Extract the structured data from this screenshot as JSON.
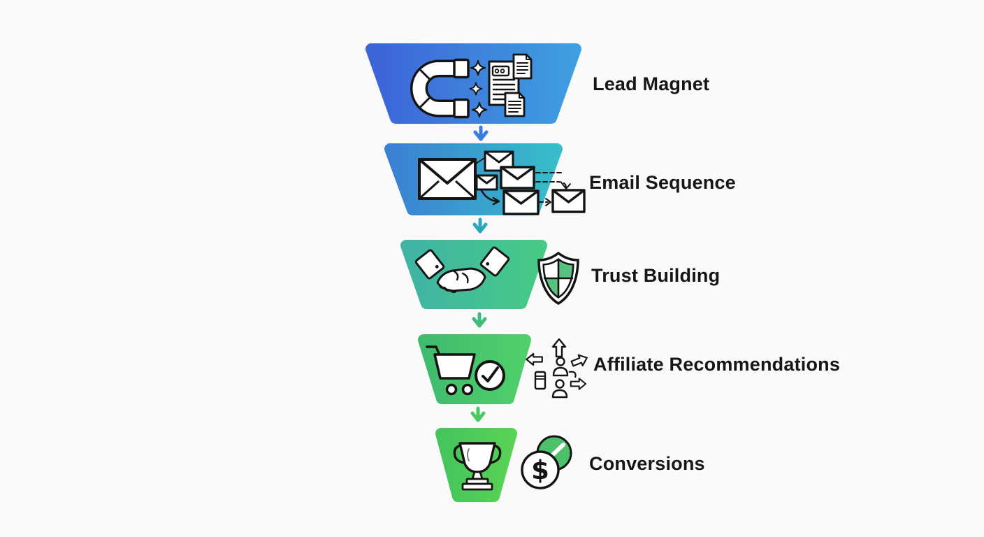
{
  "background": "#fafafa",
  "text_color": "#161616",
  "outline_color": "#141414",
  "stages": [
    {
      "label": "Lead Magnet",
      "color_start": "#3d63d8",
      "color_end": "#3f9fe0",
      "icons": [
        "magnet-icon",
        "sparkles-icon",
        "document-icons"
      ]
    },
    {
      "label": "Email Sequence",
      "color_start": "#3a80d3",
      "color_end": "#38bdc9",
      "icons": [
        "envelope-icons",
        "email-flow-arrows"
      ]
    },
    {
      "label": "Trust Building",
      "color_start": "#3fb4a5",
      "color_end": "#46ca85",
      "icons": [
        "handshake-icon",
        "shield-icon"
      ]
    },
    {
      "label": "Affiliate Recommendations",
      "color_start": "#3fbb6d",
      "color_end": "#4fd06b",
      "icons": [
        "cart-icon",
        "check-circle-icon",
        "referral-network-icon"
      ]
    },
    {
      "label": "Conversions",
      "color_start": "#44c55c",
      "color_end": "#59d254",
      "icons": [
        "trophy-icon",
        "coins-icon"
      ],
      "dollar_glyph": "$"
    }
  ],
  "arrows": [
    {
      "color": "#3b7de0"
    },
    {
      "color": "#2ba6bd"
    },
    {
      "color": "#3fbc7c"
    },
    {
      "color": "#4bc963"
    }
  ],
  "shield_green": "#56c27d",
  "coin_green": "#4cc06a"
}
